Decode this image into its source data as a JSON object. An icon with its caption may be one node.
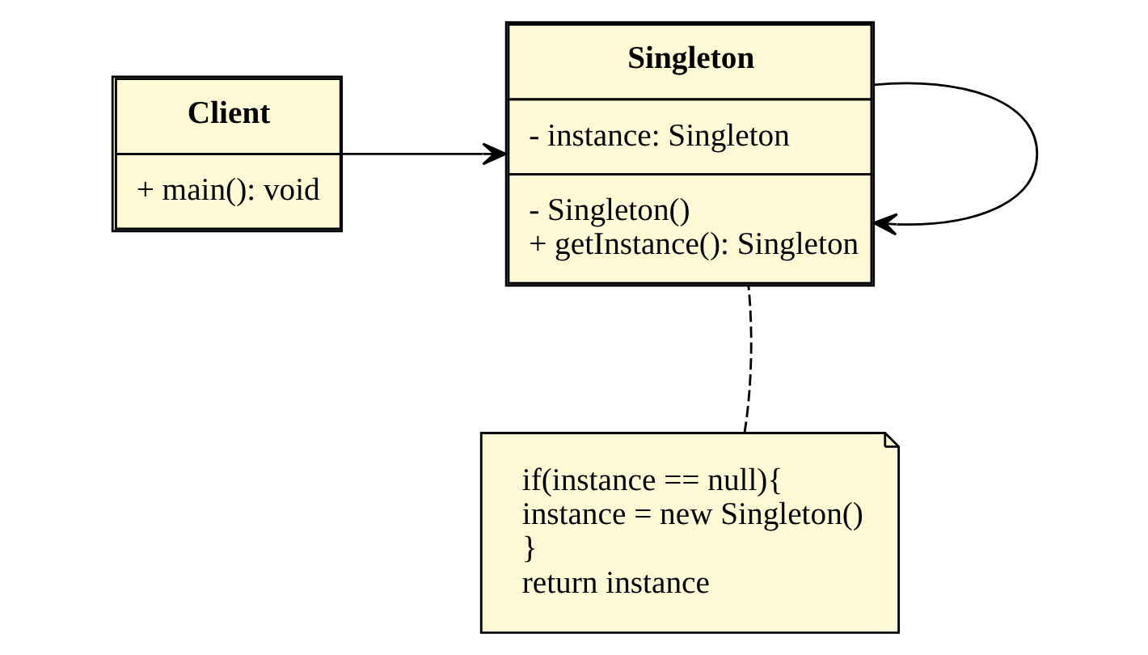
{
  "diagram": {
    "nodes": [
      {
        "text": [
          "Client",
          "+ main(): void"
        ]
      },
      {
        "text": [
          "Singleton",
          "- instance: Singleton",
          "- Singleton()",
          "+ getInstance(): Singleton"
        ]
      },
      {
        "text": [
          "if(instance == null){",
          "instance = new Singleton()",
          "}",
          "return instance"
        ]
      }
    ],
    "edges": [
      {
        "from": 0,
        "to": 1,
        "arrow": "to"
      },
      {
        "from": 1,
        "to": 1,
        "arrow": "to"
      },
      {
        "from": 2,
        "to": 1,
        "arrow": "none",
        "style": "dashed"
      }
    ]
  }
}
